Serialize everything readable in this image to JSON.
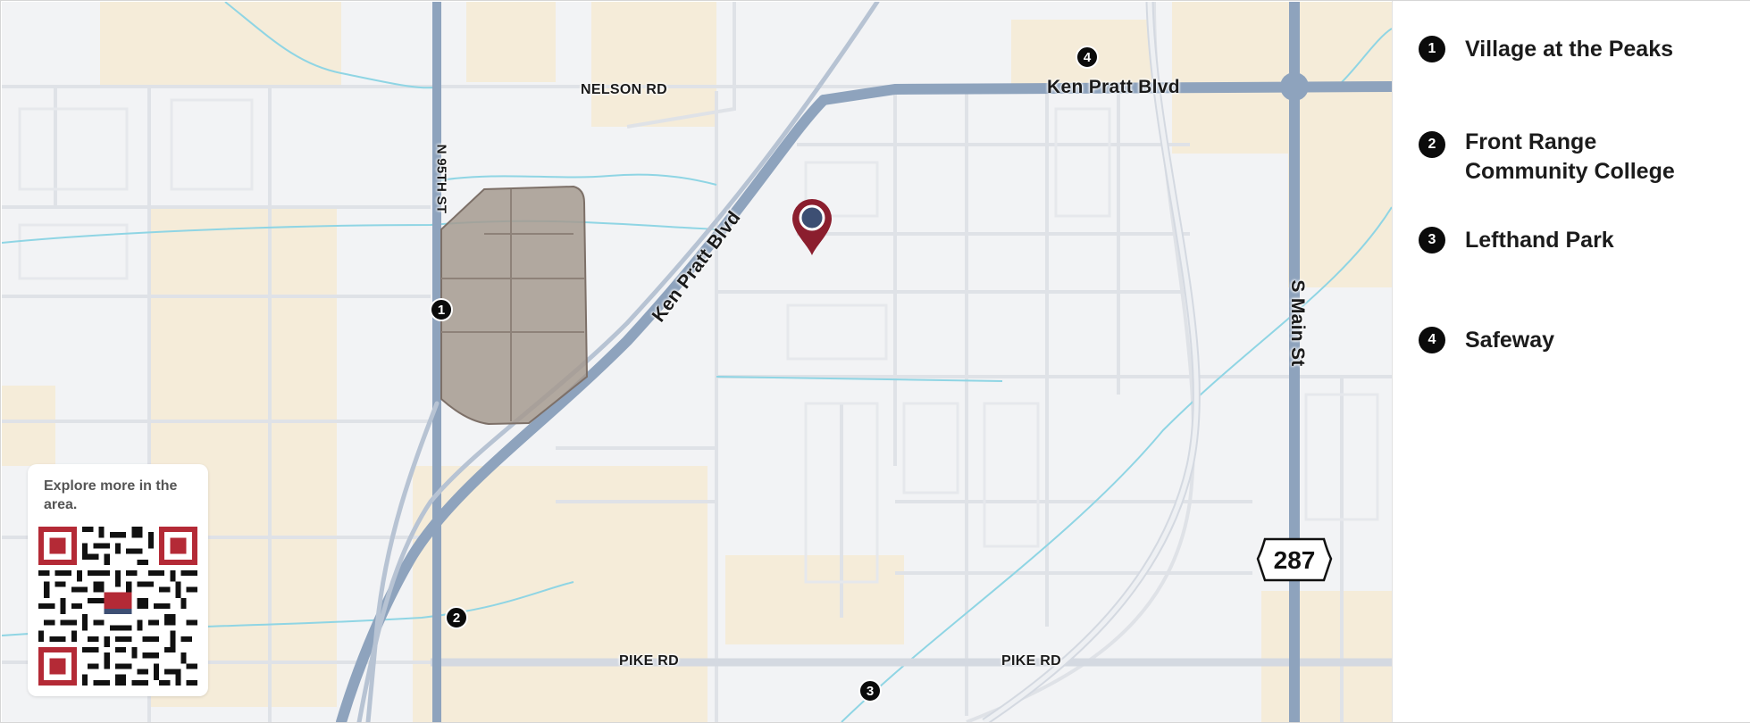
{
  "map": {
    "roads": {
      "nelson_rd": "NELSON RD",
      "n_95th_st": "N 95TH ST",
      "ken_pratt_blvd_diag": "Ken Pratt Blvd",
      "ken_pratt_blvd_top": "Ken Pratt Blvd",
      "s_main_st": "S Main St",
      "pike_rd_west": "PIKE RD",
      "pike_rd_east": "PIKE RD"
    },
    "route_shield": "287",
    "markers": [
      "1",
      "2",
      "3",
      "4"
    ],
    "qr_card": {
      "text": "Explore more in the area."
    },
    "colors": {
      "pin": "#8b1e2e",
      "pin_center": "#3d4f73",
      "highway": "#8ea3bd",
      "area_fill": "#a69a8f",
      "water": "#7ecfe0"
    }
  },
  "legend": {
    "items": [
      {
        "number": "1",
        "label": "Village at the Peaks"
      },
      {
        "number": "2",
        "label": "Front Range Community College"
      },
      {
        "number": "3",
        "label": "Lefthand Park"
      },
      {
        "number": "4",
        "label": "Safeway"
      }
    ]
  }
}
